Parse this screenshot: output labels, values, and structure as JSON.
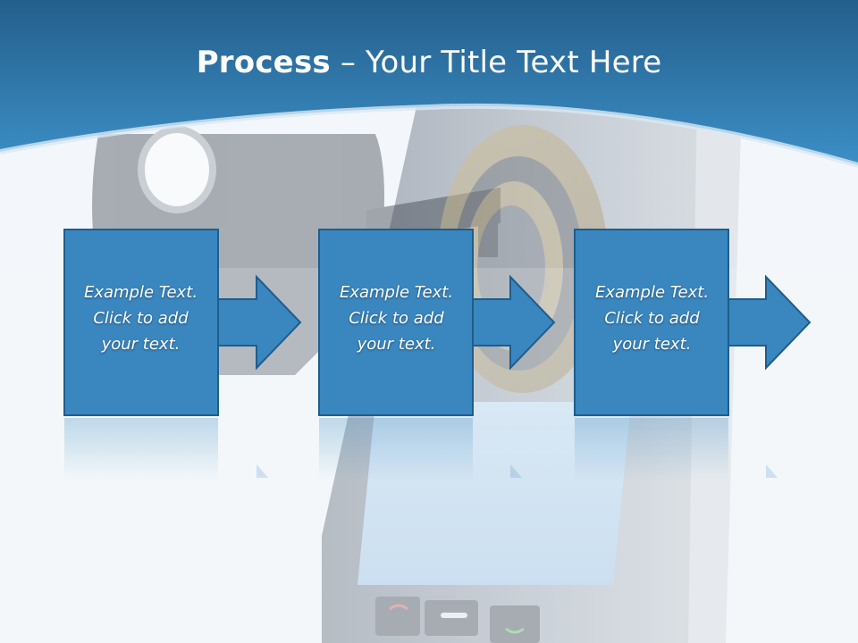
{
  "slide": {
    "title_bold": "Process",
    "title_rest": " – Your Title Text Here"
  },
  "steps": [
    {
      "line1": "Example Text.",
      "line2": "Click  to add",
      "line3": "your text."
    },
    {
      "line1": "Example Text.",
      "line2": "Click  to add",
      "line3": "your text."
    },
    {
      "line1": "Example Text.",
      "line2": "Click  to add",
      "line3": "your text."
    }
  ],
  "colors": {
    "header_dark": "#2b6e9f",
    "header_light": "#3a8bc2",
    "box_fill": "#3a86bf",
    "box_border": "#1f5d8c",
    "background": "#f3f7fb"
  },
  "icons": [
    "key-icon",
    "lock-icon",
    "mobile-phone-icon",
    "arrow-right-icon"
  ]
}
